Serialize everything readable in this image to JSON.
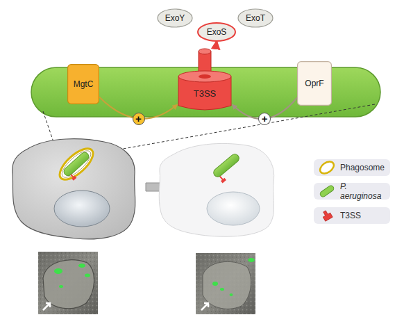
{
  "diagram": {
    "nodes": [
      {
        "text": [
          "ExoY"
        ]
      },
      {
        "text": [
          "ExoS"
        ]
      },
      {
        "text": [
          "ExoT"
        ]
      },
      {
        "text": [
          "MgtC"
        ]
      },
      {
        "text": [
          "T3SS"
        ]
      },
      {
        "text": [
          "OprF"
        ]
      }
    ],
    "edges": [
      {
        "from": 4,
        "to": 1,
        "arrow": "to"
      },
      {
        "from": 3,
        "to": 4,
        "label": "+",
        "arrow": "to"
      },
      {
        "from": 5,
        "to": 4,
        "label": "+",
        "arrow": "to"
      }
    ],
    "legend": [
      {
        "text": "Phagosome"
      },
      {
        "text": "P. aeruginosa"
      },
      {
        "text": "T3SS"
      }
    ]
  }
}
